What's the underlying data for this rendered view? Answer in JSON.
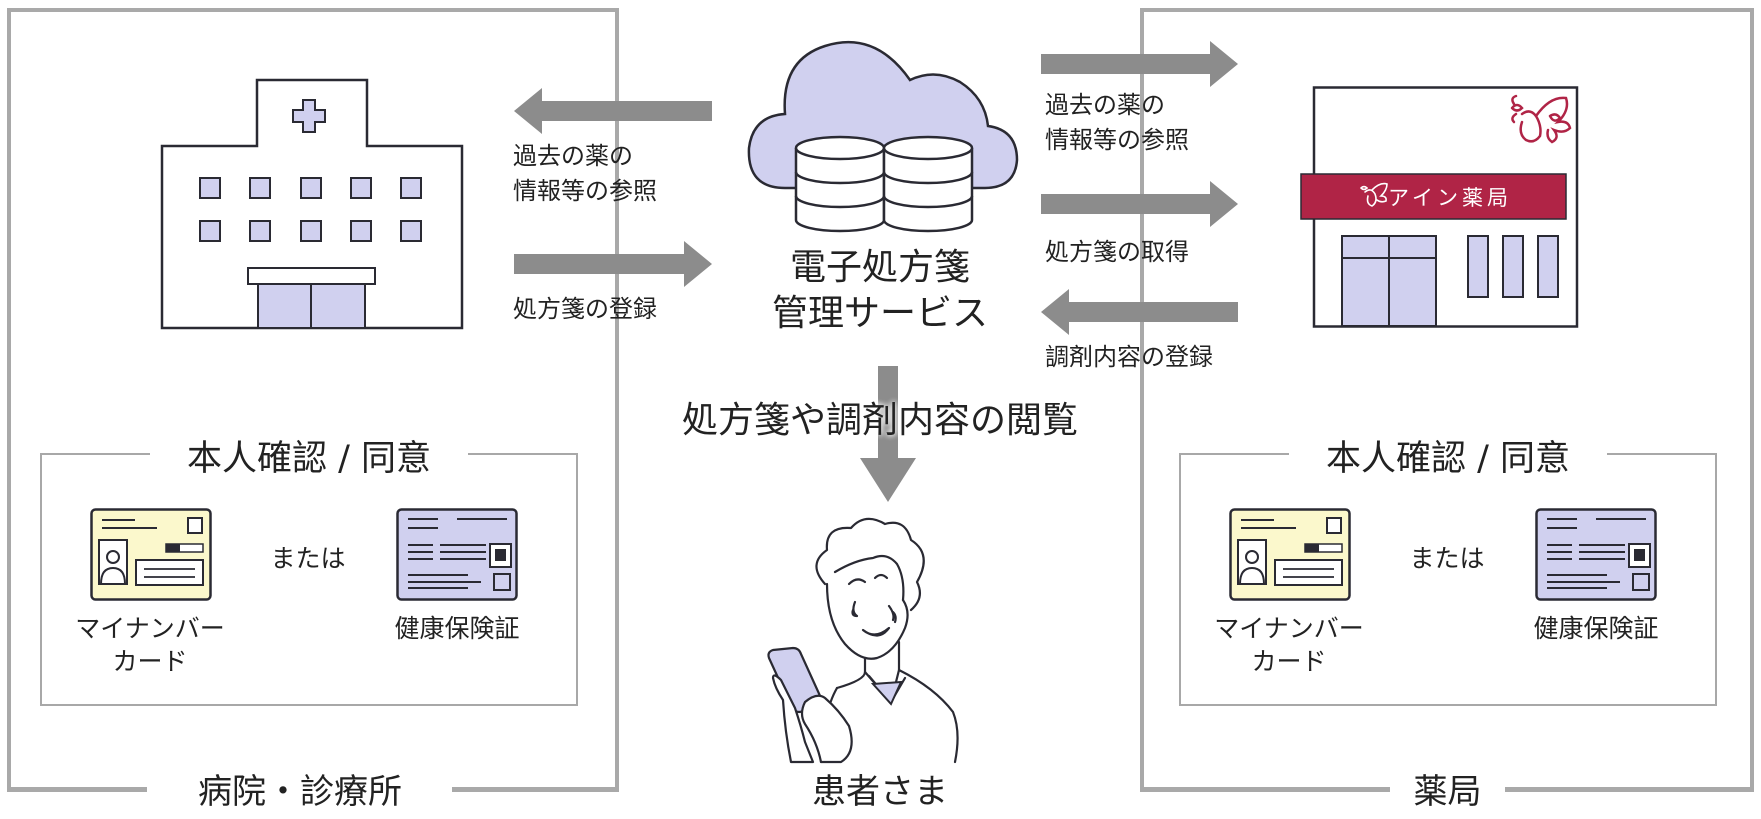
{
  "diagram": {
    "service": {
      "title_line1": "電子処方箋",
      "title_line2": "管理サービス",
      "icon": "cloud-database-icon"
    },
    "hospital": {
      "frame_label": "病院・診療所",
      "icon": "hospital-building-icon",
      "arrows": [
        {
          "direction": "left",
          "label_line1": "過去の薬の",
          "label_line2": "情報等の参照"
        },
        {
          "direction": "right",
          "label_line1": "処方箋の登録",
          "label_line2": ""
        }
      ],
      "verification": {
        "title": "本人確認 / 同意",
        "or_text": "または",
        "card1_line1": "マイナンバー",
        "card1_line2": "カード",
        "card2": "健康保険証"
      }
    },
    "pharmacy": {
      "frame_label": "薬局",
      "icon": "pharmacy-building-icon",
      "sign_text": "アイン薬局",
      "arrows": [
        {
          "direction": "right",
          "label_line1": "過去の薬の",
          "label_line2": "情報等の参照"
        },
        {
          "direction": "right",
          "label_line1": "処方箋の取得",
          "label_line2": ""
        },
        {
          "direction": "left",
          "label_line1": "調剤内容の登録",
          "label_line2": ""
        }
      ],
      "verification": {
        "title": "本人確認 / 同意",
        "or_text": "または",
        "card1_line1": "マイナンバー",
        "card1_line2": "カード",
        "card2": "健康保険証"
      }
    },
    "patient": {
      "arrow_label": "処方箋や調剤内容の閲覧",
      "label": "患者さま",
      "icon": "patient-with-tablet-icon"
    },
    "colors": {
      "arrow": "#8c8c8c",
      "frame": "#a9a9a9",
      "lavender": "#d0d0ef",
      "card_yellow": "#fbf8cc",
      "brand_red": "#b02446",
      "outline": "#2a2a33"
    }
  }
}
